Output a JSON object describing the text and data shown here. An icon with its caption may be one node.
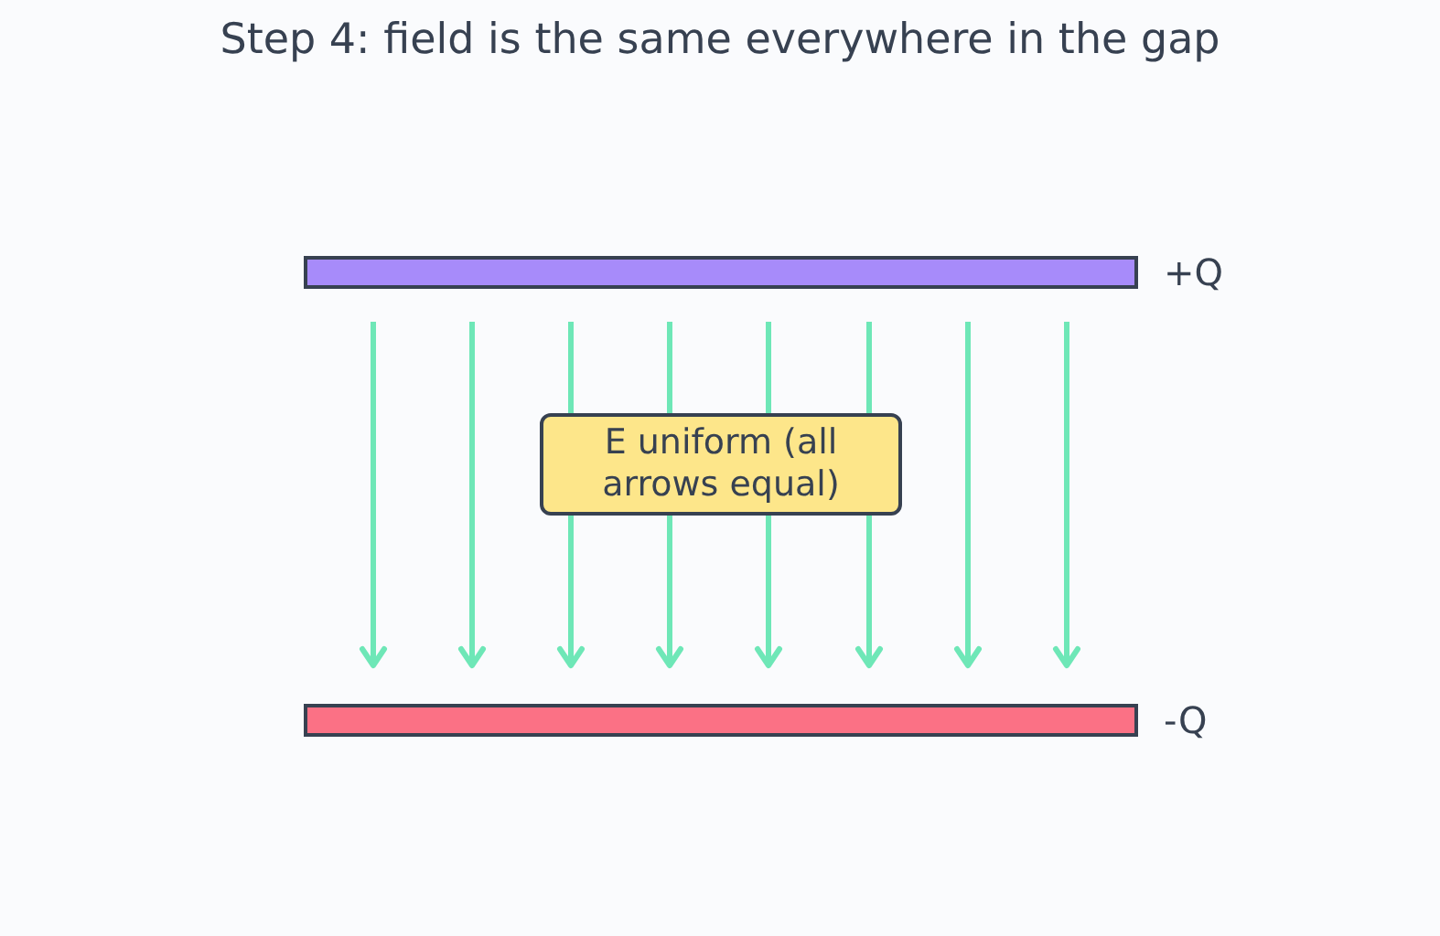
{
  "diagram": {
    "title": "Step 4: field is the same everywhere in the gap",
    "nodes": [
      {
        "text": [],
        "shape": "bar",
        "beside": [
          "+Q"
        ]
      },
      {
        "text": [
          "E uniform (all arrows equal)"
        ]
      },
      {
        "text": [],
        "shape": "bar",
        "beside": [
          "-Q"
        ]
      }
    ],
    "edges": []
  }
}
